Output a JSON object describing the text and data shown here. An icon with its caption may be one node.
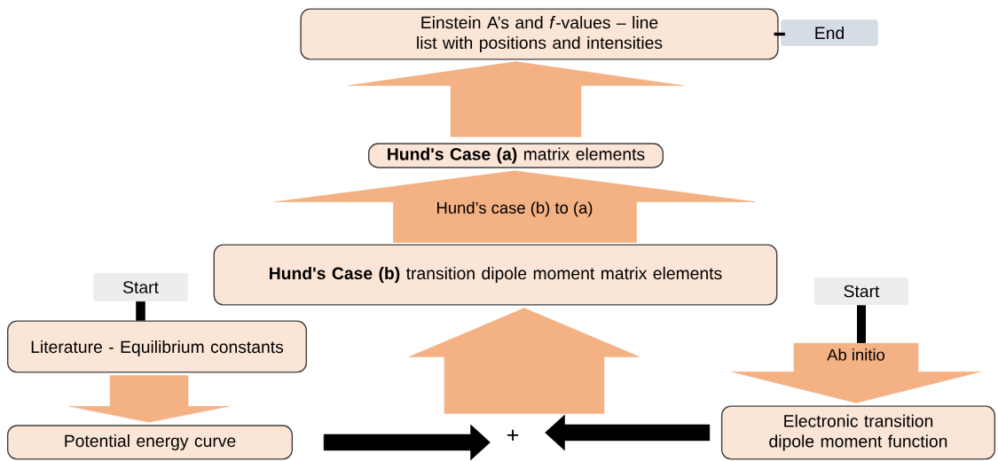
{
  "diagram": {
    "nodes": [
      {
        "text": [
          "Einstein A’s and *f*-values – line list with positions and intensities"
        ]
      },
      {
        "text": [
          "End"
        ]
      },
      {
        "text": [
          "**Hund's Case (a)** matrix elements"
        ]
      },
      {
        "text": [
          "**Hund's Case (b)** transition dipole moment matrix elements"
        ]
      },
      {
        "text": [
          "Start"
        ]
      },
      {
        "text": [
          "Start"
        ]
      },
      {
        "text": [
          "Literature - Equilibrium constants"
        ]
      },
      {
        "text": [
          "Electronic transition dipole moment function"
        ]
      },
      {
        "text": [
          "Potential energy curve"
        ]
      },
      {
        "text": [
          "+"
        ]
      }
    ],
    "edges": [
      {
        "from": 2,
        "to": 0,
        "arrow": "to",
        "style": "thick",
        "color": "#f4b183"
      },
      {
        "from": 3,
        "to": 2,
        "arrow": "to",
        "label": "Hund’s case (b) to (a)",
        "style": "thick",
        "color": "#f4b183"
      },
      {
        "from": 9,
        "to": 3,
        "arrow": "to",
        "style": "thick",
        "color": "#f4b183"
      },
      {
        "from": 8,
        "to": 9,
        "arrow": "to",
        "color": "#000000"
      },
      {
        "from": 7,
        "to": 9,
        "arrow": "to",
        "color": "#000000"
      },
      {
        "from": 6,
        "to": 8,
        "arrow": "to",
        "style": "thick",
        "color": "#f4b183"
      },
      {
        "from": 4,
        "to": 6,
        "arrow": "none",
        "color": "#000000"
      },
      {
        "from": 5,
        "to": 7,
        "arrow": "to",
        "label": "Ab initio",
        "style": "thick",
        "color": "#f4b183"
      },
      {
        "from": 0,
        "to": 1,
        "arrow": "none",
        "color": "#000000"
      }
    ]
  }
}
